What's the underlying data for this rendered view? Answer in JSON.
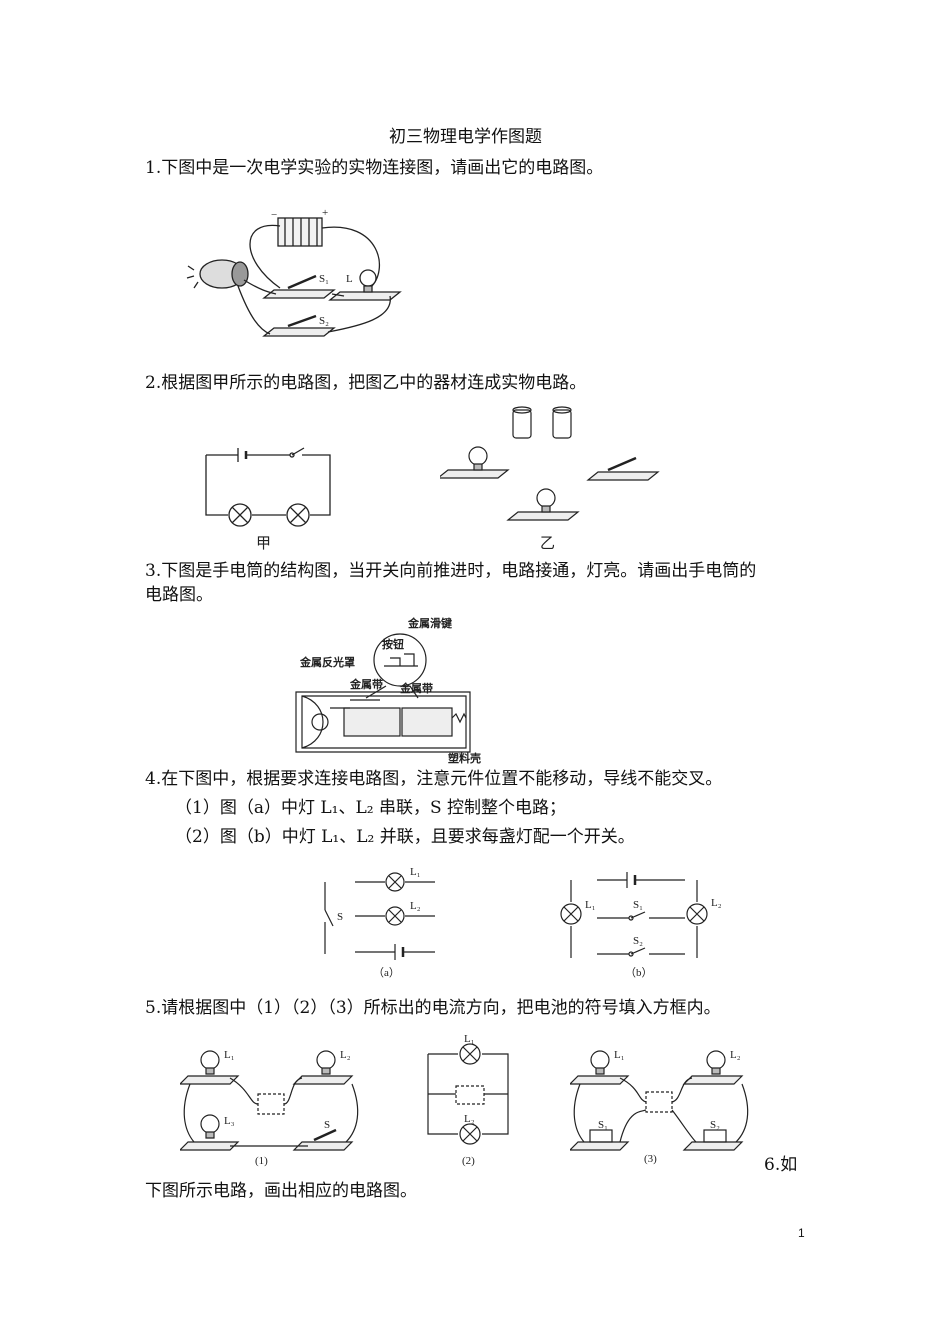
{
  "title": "初三物理电学作图题",
  "q1": {
    "text": "1.下图中是一次电学实验的实物连接图，请画出它的电路图。",
    "labels": {
      "s1": "S₁",
      "l": "L",
      "s2": "S₂",
      "minus": "−",
      "plus": "+"
    }
  },
  "q2": {
    "text": "2.根据图甲所示的电路图，把图乙中的器材连成实物电路。",
    "fig_a": "甲",
    "fig_b": "乙"
  },
  "q3": {
    "line1": "3.下图是手电筒的结构图，当开关向前推进时，电路接通，灯亮。请画出手电筒的",
    "line2": "电路图。",
    "labels": {
      "slider": "金属滑键",
      "button": "按钮",
      "reflector": "金属反光罩",
      "strip1": "金属带",
      "strip2": "金属带",
      "shell": "塑料壳"
    }
  },
  "q4": {
    "text": "4.在下图中，根据要求连接电路图，注意元件位置不能移动，导线不能交叉。",
    "sub1": "（1）图（a）中灯 L₁、L₂ 串联，S 控制整个电路；",
    "sub2": "（2）图（b）中灯 L₁、L₂ 并联，且要求每盏灯配一个开关。",
    "labels": {
      "a_l1": "L₁",
      "a_l2": "L₂",
      "a_s": "S",
      "a_cap": "（a）",
      "b_l1": "L₁",
      "b_l2": "L₂",
      "b_s1": "S₁",
      "b_s2": "S₂",
      "b_cap": "（b）"
    }
  },
  "q5": {
    "text": "5.请根据图中（1）（2）（3）所标出的电流方向，把电池的符号填入方框内。",
    "labels": {
      "f1_l1": "L₁",
      "f1_l2": "L₂",
      "f1_l3": "L₃",
      "f1_s": "S",
      "f1_cap": "(1)",
      "f2_l1": "L₁",
      "f2_l2": "L₂",
      "f2_cap": "(2)",
      "f3_l1": "L₁",
      "f3_l2": "L₂",
      "f3_s1": "S₁",
      "f3_s2": "S₂",
      "f3_cap": "(3)"
    }
  },
  "q6": {
    "start": "6.如",
    "cont": "下图所示电路，画出相应的电路图。"
  },
  "page_number": "1"
}
